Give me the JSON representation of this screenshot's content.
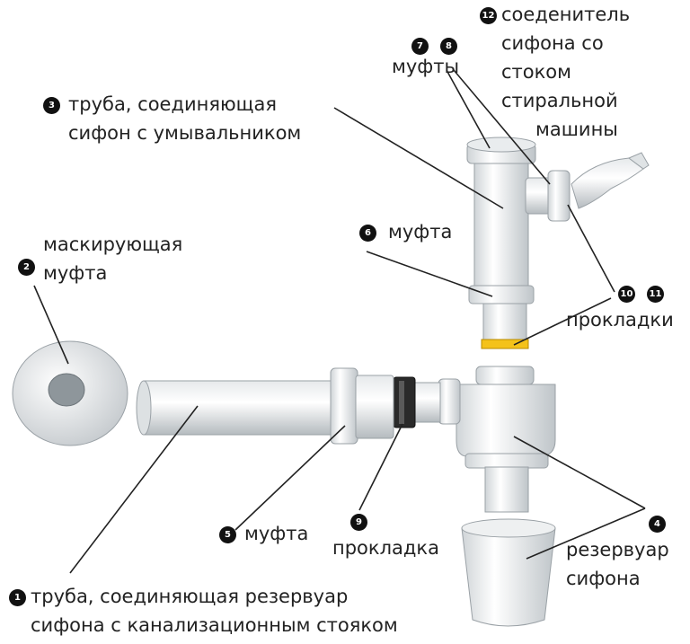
{
  "labels": {
    "l1": {
      "num": "1",
      "line1": "труба, соединяющая резервуар",
      "line2": "сифона с канализационным стояком"
    },
    "l2": {
      "num": "2",
      "line1": "маскирующая",
      "line2": "муфта"
    },
    "l3": {
      "num": "3",
      "line1": "труба, соединяющая",
      "line2": "сифон с умывальником"
    },
    "l4": {
      "num": "4",
      "line1": "резервуар",
      "line2": "сифона"
    },
    "l5": {
      "num": "5",
      "text": "муфта"
    },
    "l6": {
      "num": "6",
      "text": "муфта"
    },
    "l78": {
      "num_a": "7",
      "num_b": "8",
      "text": "муфты"
    },
    "l9": {
      "num": "9",
      "text": "прокладка"
    },
    "l1011": {
      "num_a": "10",
      "num_b": "11",
      "text": "прокладки"
    },
    "l12": {
      "num": "12",
      "line1": "соеденитель",
      "line2": "сифона со",
      "line3": "стоком",
      "line4": "стиральной",
      "line5": "машины"
    }
  }
}
